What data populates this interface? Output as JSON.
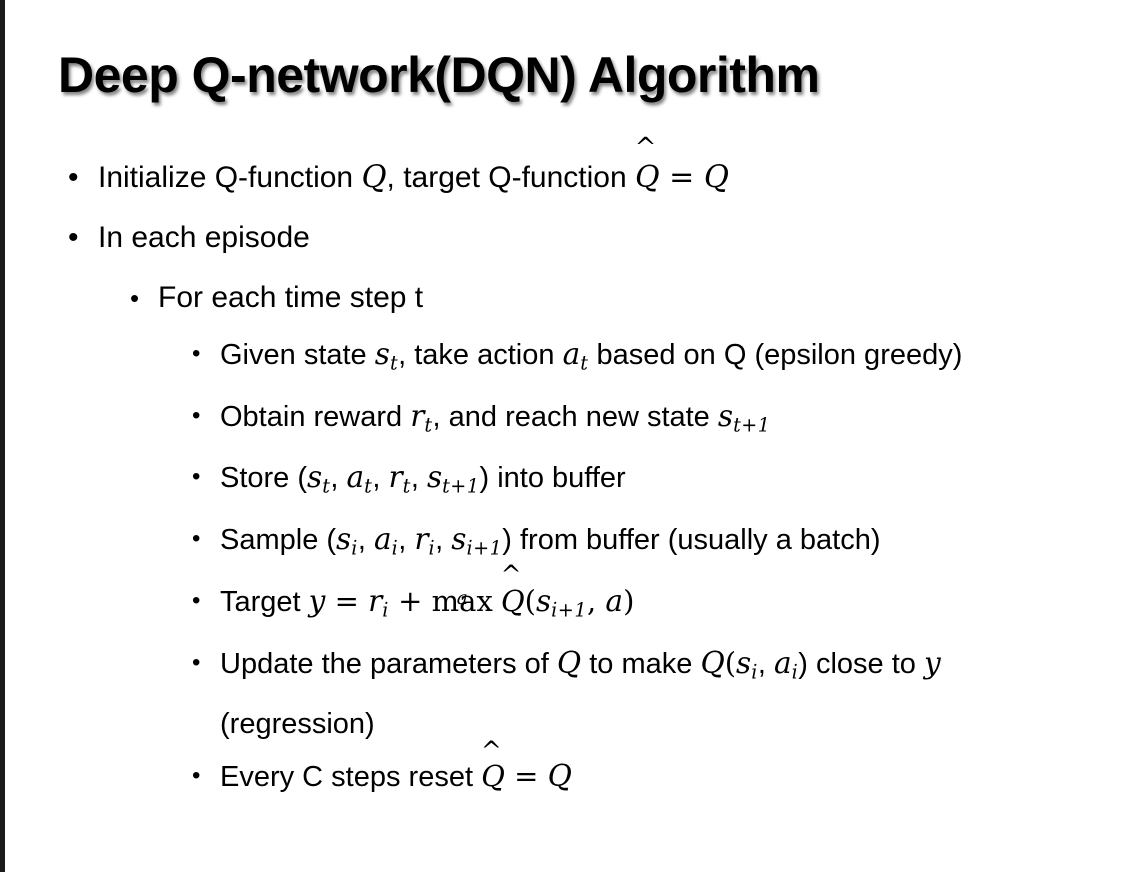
{
  "slide": {
    "title": "Deep Q-network(DQN) Algorithm",
    "background_color": "#ffffff",
    "text_color": "#000000",
    "edge_color": "#1a1a1a",
    "bullet_glyph": "•"
  },
  "bullets": {
    "b1": {
      "level": 1,
      "plain": "Initialize Q-function Q, target Q-function Q̂ = Q",
      "seg": {
        "t1": "Initialize Q-function ",
        "m1": "Q",
        "t2": ", target Q-function ",
        "hat": "̂",
        "m2": "Q",
        "t3": " = ",
        "m3": "Q"
      }
    },
    "b2": {
      "level": 1,
      "plain": "In each episode",
      "seg": {
        "t1": "In each episode"
      }
    },
    "b3": {
      "level": 2,
      "plain": "For each time step t",
      "seg": {
        "t1": "For each time step t"
      }
    },
    "b4": {
      "level": 3,
      "plain": "Given state s_t, take action a_t based on Q (epsilon greedy)",
      "seg": {
        "t1": "Given state ",
        "m1": "s",
        "sub1": "t",
        "t2": ", take action ",
        "m2": "a",
        "sub2": "t",
        "t3": " based on Q (epsilon greedy)"
      }
    },
    "b5": {
      "level": 3,
      "plain": "Obtain reward r_t, and reach new state s_t+1",
      "seg": {
        "t1": "Obtain reward ",
        "m1": "r",
        "sub1": "t",
        "t2": ", and reach new state ",
        "m2": "s",
        "sub2": "t+1"
      }
    },
    "b6": {
      "level": 3,
      "plain": "Store (s_t, a_t, r_t, s_t+1) into buffer",
      "seg": {
        "t1": "Store (",
        "m1": "s",
        "sub1": "t",
        "t2": ", ",
        "m2": "a",
        "sub2": "t",
        "t3": ", ",
        "m3": "r",
        "sub3": "t",
        "t4": ", ",
        "m4": "s",
        "sub4": "t+1",
        "t5": ") into buffer"
      }
    },
    "b7": {
      "level": 3,
      "plain": "Sample (s_i, a_i, r_i, s_i+1) from buffer (usually a batch)",
      "seg": {
        "t1": "Sample (",
        "m1": "s",
        "sub1": "i",
        "t2": ", ",
        "m2": "a",
        "sub2": "i",
        "t3": ", ",
        "m3": "r",
        "sub3": "i",
        "t4": ", ",
        "m4": "s",
        "sub4": "i+1",
        "t5": ") from buffer (usually a batch)"
      }
    },
    "b8": {
      "level": 3,
      "plain": "Target y = r_i + max_a Q̂(s_i+1, a)",
      "seg": {
        "t1": "Target ",
        "m1": "y",
        "t2": " = ",
        "m2": "r",
        "sub2": "i",
        "t3": " + ",
        "maxlabel": "max",
        "maxunder": "a",
        "hat": "̂",
        "m3": "Q",
        "t4": "(",
        "m4": "s",
        "sub4": "i+1",
        "t5": ", ",
        "m5": "a",
        "t6": ")"
      }
    },
    "b9": {
      "level": 3,
      "plain": "Update the parameters of Q to make Q(s_i, a_i) close to y (regression)",
      "seg": {
        "t1": "Update the parameters of ",
        "m1": "Q",
        "t2": " to make ",
        "m2": "Q",
        "t3": "(",
        "m3": "s",
        "sub3": "i",
        "t4": ", ",
        "m4": "a",
        "sub4": "i",
        "t5": ") close to ",
        "m5": "y",
        "t6": " (regression)"
      }
    },
    "b10": {
      "level": 3,
      "plain": "Every C steps reset Q̂ = Q",
      "seg": {
        "t1": "Every C steps reset ",
        "hat": "̂",
        "m1": "Q",
        "t2": " = ",
        "m2": "Q"
      }
    }
  }
}
